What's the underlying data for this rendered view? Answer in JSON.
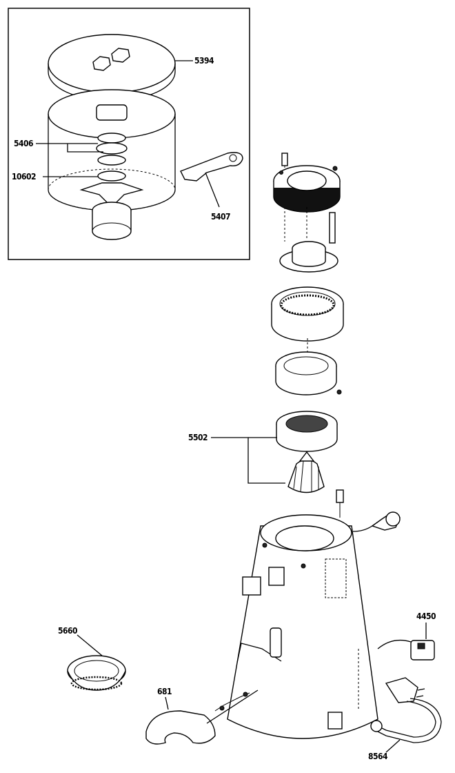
{
  "parts": {
    "lid": "5394",
    "gasket": "5406",
    "ring": "10602",
    "key": "5407",
    "burr_set": "5502",
    "collar": "5660",
    "wrench": "681",
    "switch": "4450",
    "cord": "8564"
  }
}
